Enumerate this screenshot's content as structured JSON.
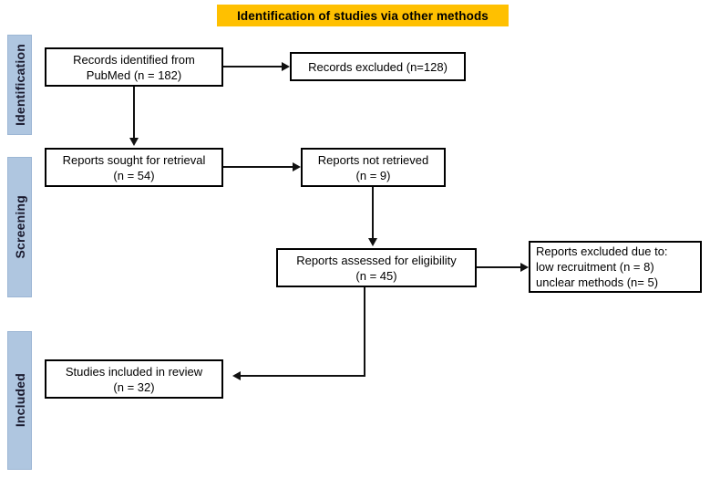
{
  "banner": {
    "title": "Identification of studies via other methods"
  },
  "stages": [
    {
      "label": "Identification",
      "name": "stage-identification"
    },
    {
      "label": "Screening",
      "name": "stage-screening"
    },
    {
      "label": "Included",
      "name": "stage-included"
    }
  ],
  "boxes": {
    "records_identified": {
      "line1": "Records identified from",
      "line2": "PubMed (n = 182)"
    },
    "records_excluded": {
      "line1": "Records excluded (n=128)"
    },
    "reports_sought": {
      "line1": "Reports sought for retrieval",
      "line2": "(n = 54)"
    },
    "reports_not_retrieved": {
      "line1": "Reports not retrieved",
      "line2": "(n = 9)"
    },
    "reports_assessed": {
      "line1": "Reports assessed for eligibility",
      "line2": "(n = 45)"
    },
    "reports_excluded_reasons": {
      "line1": "Reports excluded due to:",
      "line2": "low recruitment (n = 8)",
      "line3": "unclear methods  (n= 5)"
    },
    "studies_included": {
      "line1": "Studies included in review",
      "line2": "(n = 32)"
    }
  },
  "colors": {
    "banner_background": "#FFC000",
    "stage_background": "#AFC6E0",
    "box_border": "#000000",
    "connector": "#111111",
    "page_background": "#FFFFFF"
  }
}
